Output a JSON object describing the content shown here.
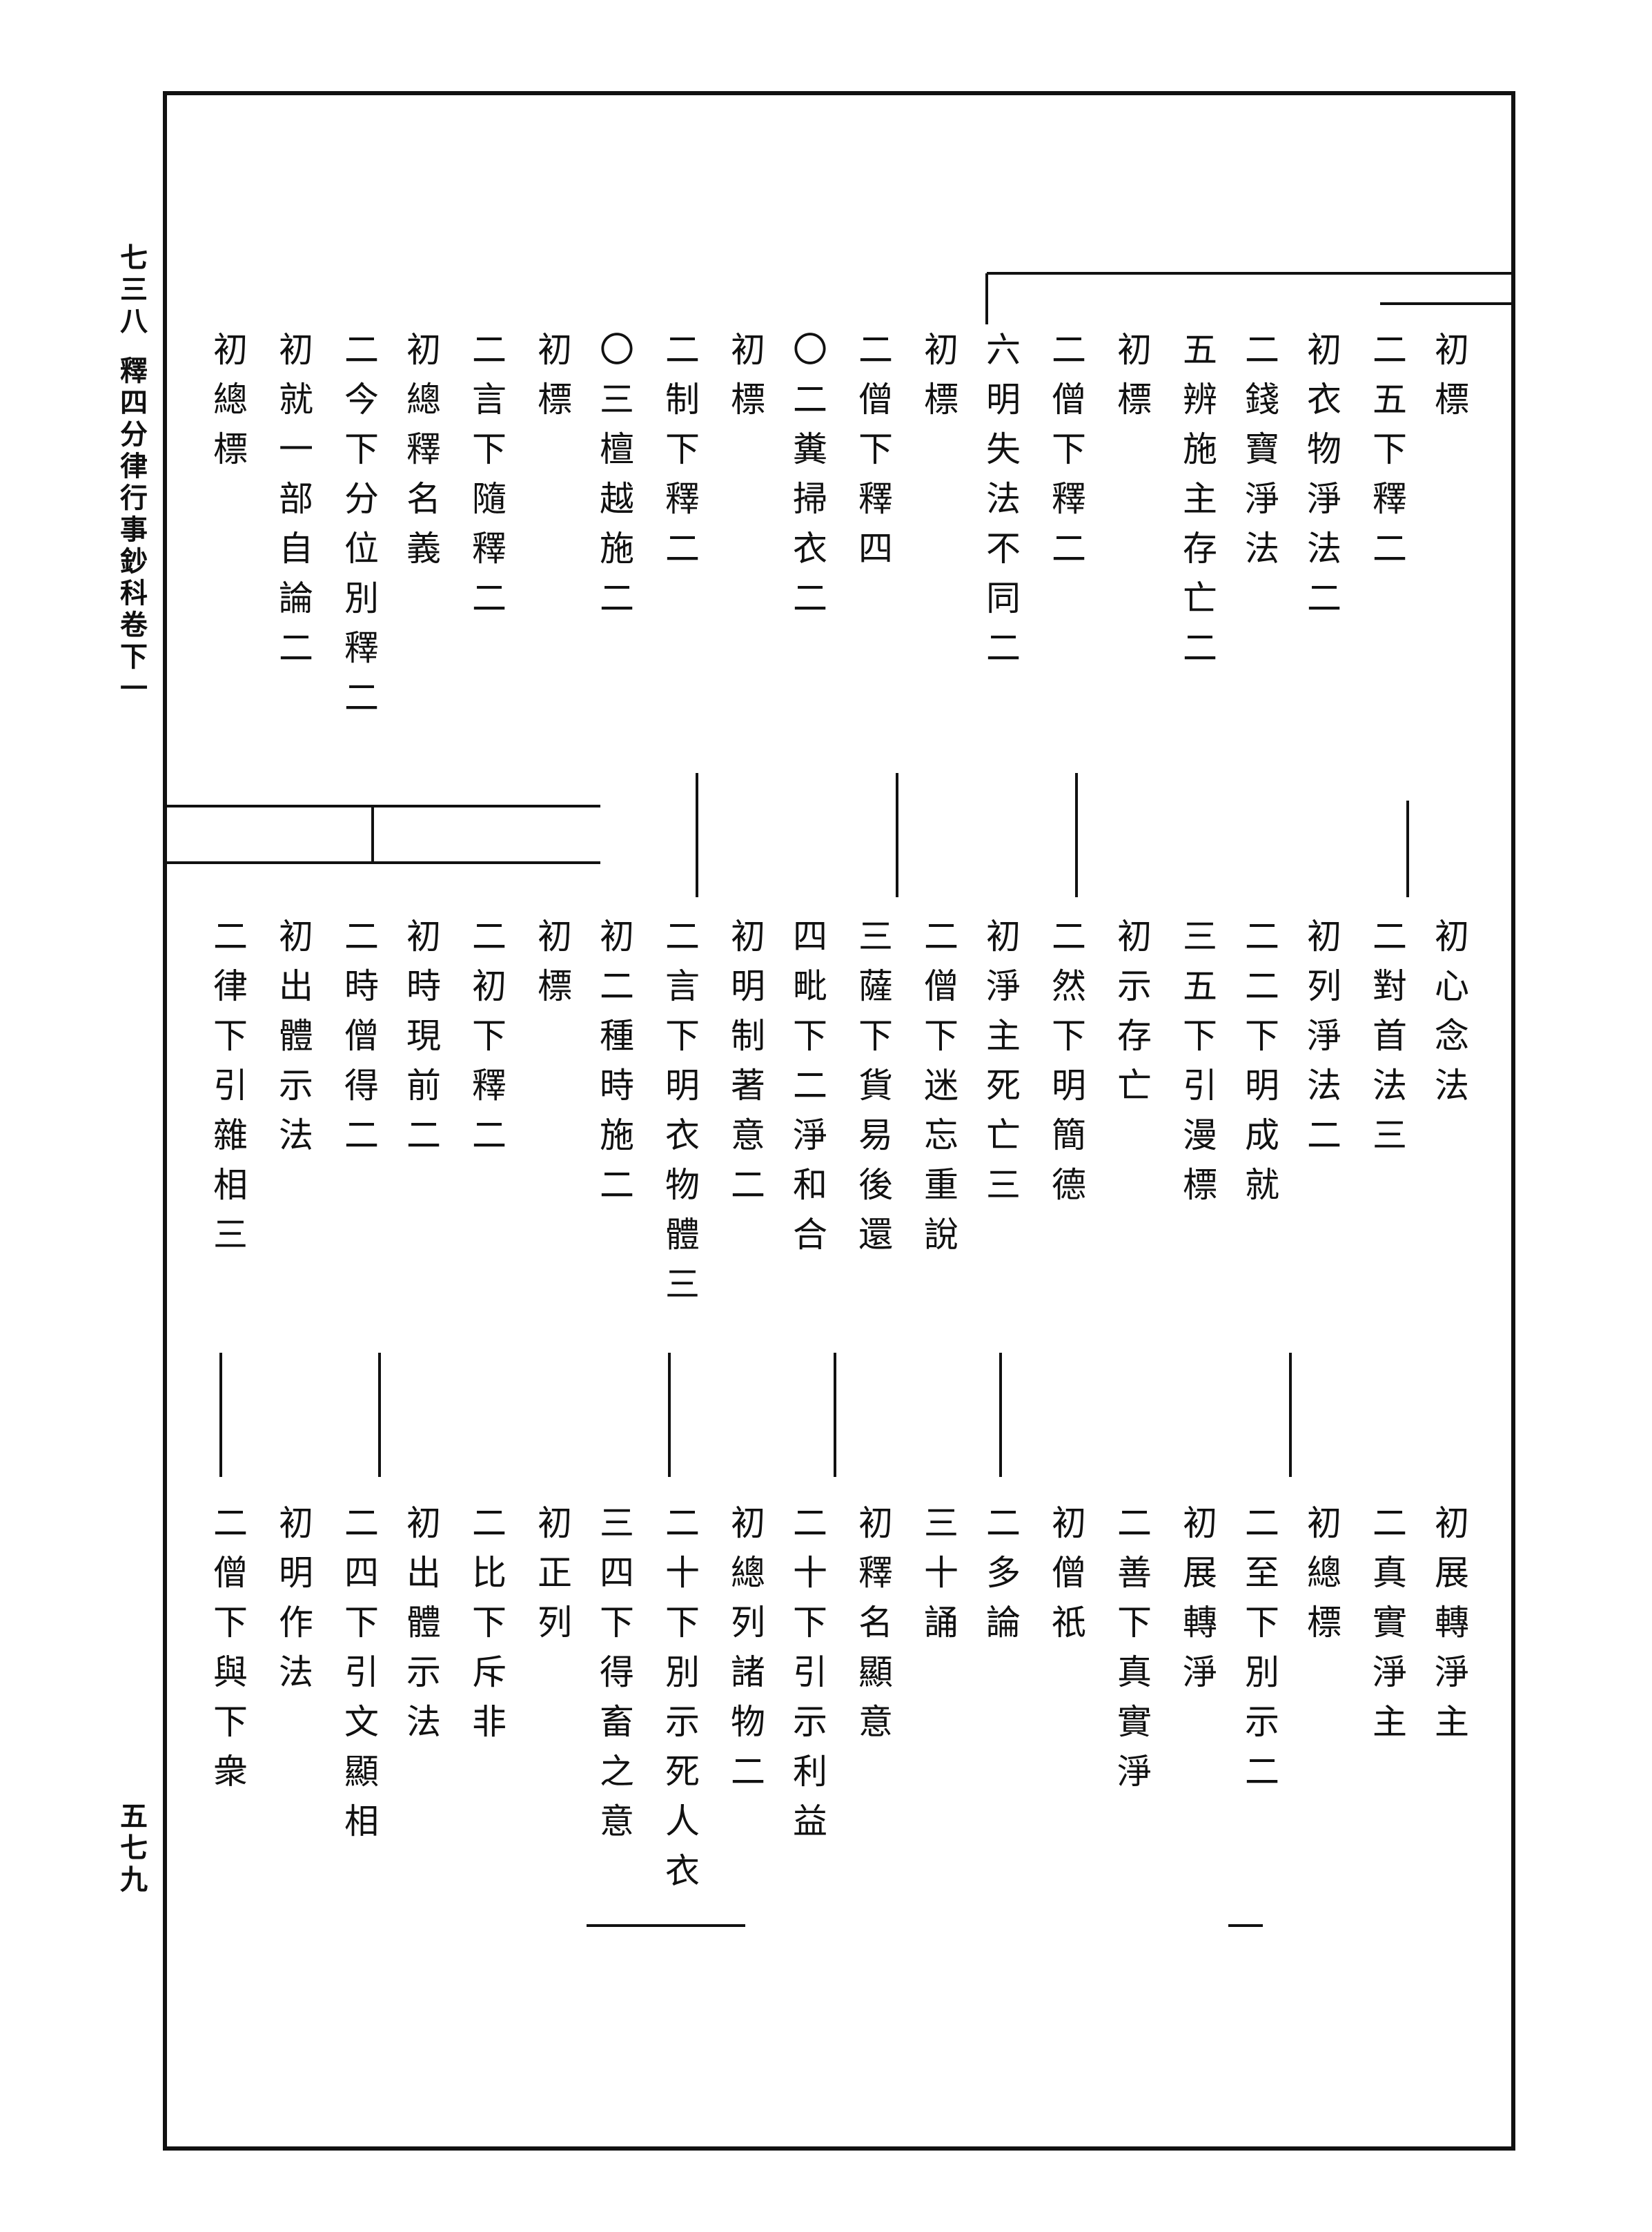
{
  "margin": {
    "volume_page": "七三八",
    "book_title": "釋四分律行事鈔科卷下一",
    "page_number": "五七九"
  },
  "rows": [
    {
      "name": "top",
      "entries": [
        "二五下釋二",
        "初標",
        "初衣物淨法二",
        "二錢寶淨法",
        "五辨施主存亡二",
        "初標",
        "二僧下釋二",
        "六明失法不同二",
        "初標",
        "二僧下釋四",
        "〇二糞掃衣二",
        "初標",
        "二制下釋二",
        "〇三檀越施二",
        "初標",
        "二言下隨釋二",
        "初總釋名義",
        "二今下分位別釋二",
        "初就一部自論二",
        "初總標"
      ]
    },
    {
      "name": "middle",
      "entries": [
        "初心念法",
        "二對首法三",
        "初列淨法二",
        "二二下明成就",
        "三五下引漫標",
        "初示存亡",
        "二然下明簡德",
        "初淨主死亡三",
        "二僧下迷忘重說",
        "三薩下貨易後還",
        "四毗下二淨和合",
        "初明制著意二",
        "二言下明衣物體三",
        "初二種時施二",
        "初標",
        "二初下釋二",
        "初時現前二",
        "二時僧得二",
        "初出體示法",
        "二律下引雜相三"
      ]
    },
    {
      "name": "bottom",
      "entries": [
        "初展轉淨主",
        "二真實淨主",
        "初總標",
        "二至下別示二",
        "初展轉淨",
        "二善下真實淨",
        "初僧祇",
        "二多論",
        "三十誦",
        "初釋名顯意",
        "二十下引示利益",
        "初總列諸物二",
        "二十下別示死人衣",
        "三四下得畜之意",
        "初正列",
        "二比下斥非",
        "初出體示法",
        "二四下引文顯相",
        "初明作法",
        "二僧下與下衆"
      ]
    }
  ]
}
